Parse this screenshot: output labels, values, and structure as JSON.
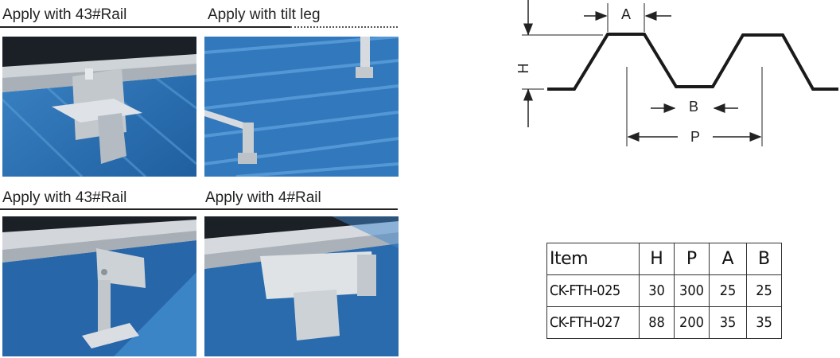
{
  "captions": [
    "Apply with 43#Rail",
    "Apply with tilt leg",
    "Apply with 43#Rail",
    "Apply with 4#Rail"
  ],
  "diagram": {
    "label_a": "A",
    "label_b": "B",
    "label_h": "H",
    "label_p": "P"
  },
  "spec_table": {
    "headers": [
      "Item",
      "H",
      "P",
      "A",
      "B"
    ],
    "rows": [
      [
        "CK-FTH-025",
        "30",
        "300",
        "25",
        "25"
      ],
      [
        "CK-FTH-027",
        "88",
        "200",
        "35",
        "35"
      ]
    ]
  },
  "colors": {
    "roof_blue": "#2f72b4",
    "aluminium": "#d4d8dc",
    "panel": "#1b1f26"
  }
}
